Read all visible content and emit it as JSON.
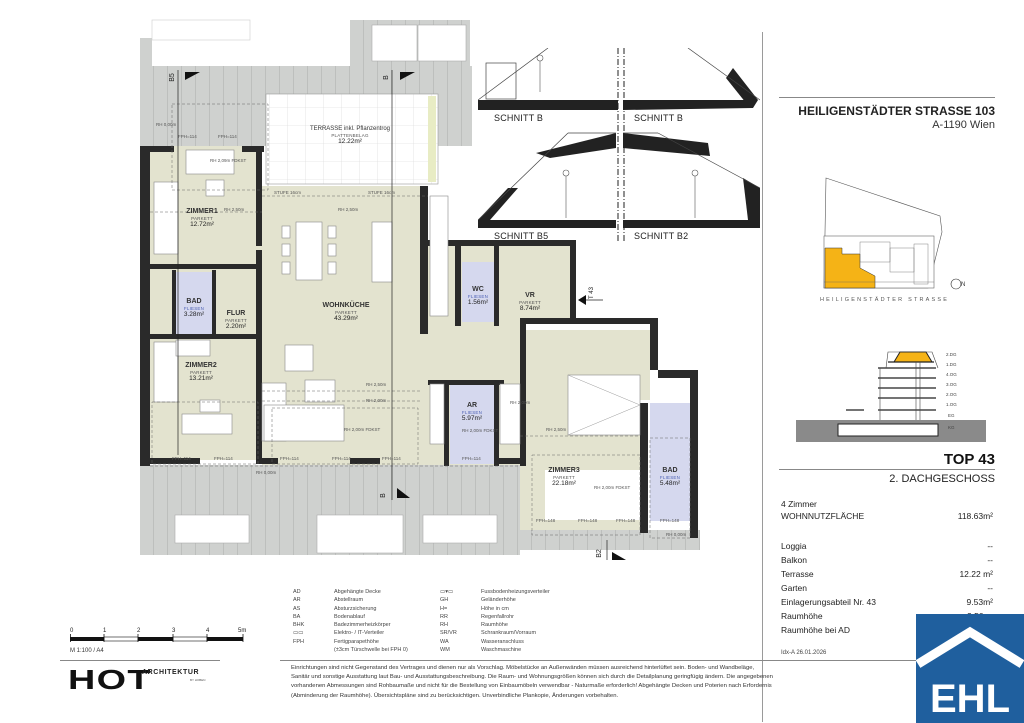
{
  "document": {
    "type": "apartment floor plan",
    "project": {
      "address": "HEILIGENSTÄDTER STRASSE 103",
      "city": "A-1190 Wien"
    },
    "sections": [
      {
        "label": "SCHNITT B"
      },
      {
        "label": "SCHNITT B"
      },
      {
        "label": "SCHNITT B5"
      },
      {
        "label": "SCHNITT B2"
      }
    ],
    "site_plan": {
      "street_label": "HEILIGENSTÄDTER STRASSE",
      "north": "N",
      "highlight_color": "#f5b316"
    },
    "building_section": {
      "floors": [
        "2.DG",
        "1.DG",
        "4.OG",
        "3.OG",
        "2.OG",
        "1.OG",
        "EG",
        "KG"
      ],
      "highlight_color": "#f5b316"
    },
    "unit": {
      "title": "TOP 43",
      "floor": "2. DACHGESCHOSS",
      "rooms_count": "4 Zimmer",
      "living_area_label": "WOHNNUTZFLÄCHE",
      "living_area_value": "118.63m²",
      "details": [
        {
          "label": "Loggia",
          "value": "--"
        },
        {
          "label": "Balkon",
          "value": "--"
        },
        {
          "label": "Terrasse",
          "value": "12.22 m²"
        },
        {
          "label": "Garten",
          "value": "--"
        },
        {
          "label": "Einlagerungsabteil Nr. 43",
          "value": "9.53m²"
        },
        {
          "label": "Raumhöhe",
          "value": "2.50 m"
        },
        {
          "label": "Raumhöhe bei AD",
          "value": ""
        }
      ],
      "index": "Idx-A 26.01.2026"
    },
    "rooms": {
      "terrasse": {
        "name": "TERRASSE inkl. Pflanzentrog",
        "floor": "PLATTENBELAG",
        "area": "12.22m²"
      },
      "zimmer1": {
        "name": "ZIMMER1",
        "floor": "PARKETT",
        "area": "12.72m²"
      },
      "bad1": {
        "name": "BAD",
        "floor": "FLIESEN",
        "area": "3.28m²"
      },
      "flur": {
        "name": "FLUR",
        "floor": "PARKETT",
        "area": "2.20m²"
      },
      "zimmer2": {
        "name": "ZIMMER2",
        "floor": "PARKETT",
        "area": "13.21m²"
      },
      "wohnkueche": {
        "name": "WOHNKÜCHE",
        "floor": "PARKETT",
        "area": "43.29m²"
      },
      "wc": {
        "name": "WC",
        "floor": "FLIESEN",
        "area": "1.56m²"
      },
      "vr": {
        "name": "VR",
        "floor": "PARKETT",
        "area": "8.74m²"
      },
      "ar": {
        "name": "AR",
        "floor": "FLIESEN",
        "area": "5.97m²"
      },
      "zimmer3": {
        "name": "ZIMMER3",
        "floor": "PARKETT",
        "area": "22.18m²"
      },
      "bad2": {
        "name": "BAD",
        "floor": "FLIESEN",
        "area": "5.48m²"
      }
    },
    "annotations": {
      "rh250": "RH 2,50m",
      "rh200": "RH 2,00m",
      "rh209": "RH 2,09m FDKST",
      "rh200f": "RH 2,00m FDKST",
      "fph114": "FPH=114",
      "fph148": "FPH=148",
      "stufe": "STUFE 16cm",
      "rh0": "RH 0,00m",
      "rh250b": "RH 2,50m",
      "section_b": "B",
      "section_b5": "B5",
      "section_b2": "B2",
      "section_t43": "T 43"
    },
    "scale": {
      "ticks": [
        "0",
        "1",
        "2",
        "3",
        "4",
        "5m"
      ],
      "caption": "M 1:100 / A4"
    },
    "architect": {
      "name": "HOT",
      "sub": "ARCHITEKTUR",
      "tagline": "BY HOBEN"
    },
    "legend_left": [
      {
        "code": "AD",
        "text": "Abgehängte Decke"
      },
      {
        "code": "AR",
        "text": "Abstellraum"
      },
      {
        "code": "AS",
        "text": "Absturzsicherung"
      },
      {
        "code": "BA",
        "text": "Bodenablauf"
      },
      {
        "code": "BHK",
        "text": "Badezimmerheizkörper"
      },
      {
        "code": "",
        "text": "Elektro- / IT-Verteiler"
      },
      {
        "code": "FPH",
        "text": "Fertigparapethöhe"
      },
      {
        "code": "",
        "text": "(±3cm Türschwelle bei FPH 0)"
      }
    ],
    "legend_right": [
      {
        "code": "",
        "text": "Fussbodenheizungsverteiler"
      },
      {
        "code": "GH",
        "text": "Geländerhöhe"
      },
      {
        "code": "H=",
        "text": "Höhe in cm"
      },
      {
        "code": "RR",
        "text": "Regenfallrohr"
      },
      {
        "code": "RH",
        "text": "Raumhöhe"
      },
      {
        "code": "SR/VR",
        "text": "Schrankraum/Vorraum"
      },
      {
        "code": "WA",
        "text": "Wasseranschluss"
      },
      {
        "code": "WM",
        "text": "Waschmaschine"
      }
    ],
    "disclaimer": [
      "Einrichtungen sind nicht Gegenstand des Vertrages und dienen nur als Vorschlag. Möbelstücke an Außenwänden müssen ausreichend hinterlüftet sein. Boden- und Wandbeläge,",
      "Sanitär und sonstige Ausstattung laut Bau- und Ausstattungsbeschreibung. Die Raum- und Wohnungsgrößen können sich durch die Detailplanung geringfügig ändern. Die angegebenen",
      "vorhandenen Abmessungen sind Rohbaumaße und nicht für die Bestellung von Einbaumöbeln verwendbar - Naturmaße erforderlich! Abgehängte Decken und Poterien nach Erfordernis",
      "(Abminderung der Raumhöhe). Übersichtspläne sind zu berücksichtigen. Unverbindliche Plankopie, Änderungen vorbehalten."
    ],
    "brand": {
      "logo_text": "EHL",
      "color": "#1f5f9e"
    },
    "colors": {
      "room_beige": "#e3e3cf",
      "room_wet": "#d5d8ee",
      "terrace_grey": "#cfd0cf",
      "wall": "#2a2a2a"
    }
  }
}
